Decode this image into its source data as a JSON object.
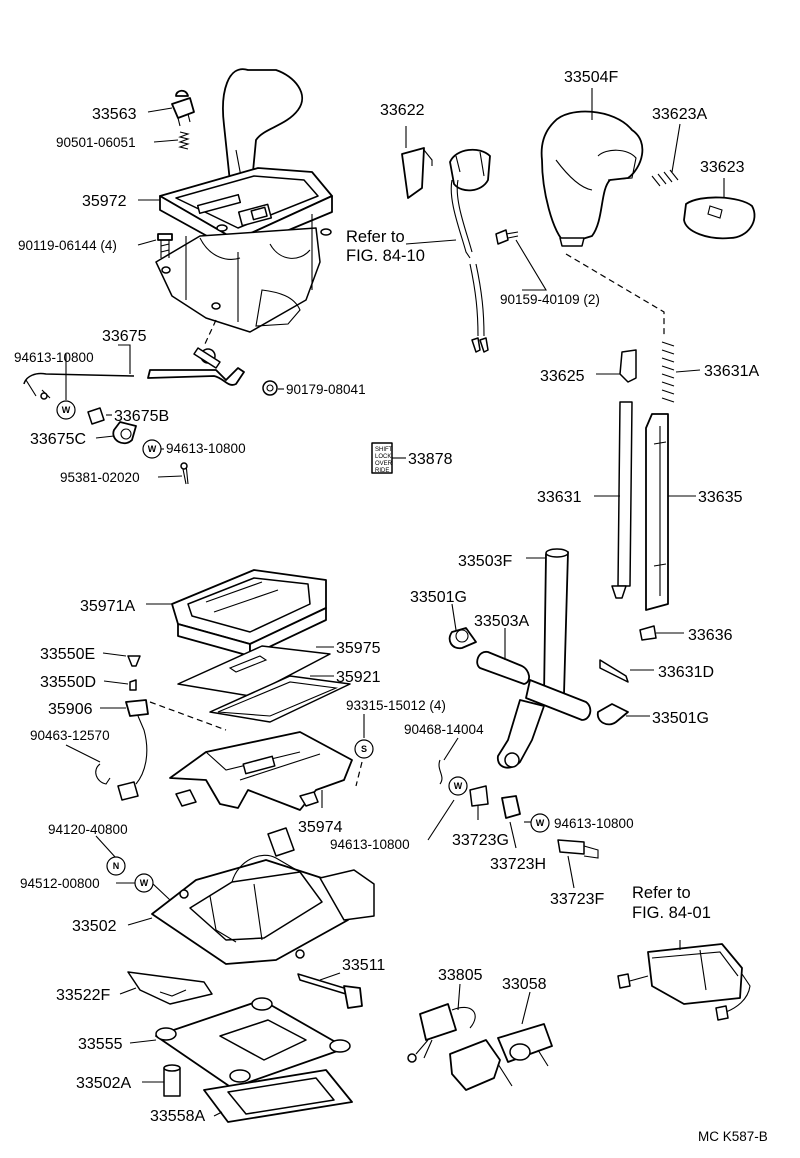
{
  "diagram_code": "MC  K587-B",
  "symbols": {
    "washer": "W",
    "spring_nut": "S",
    "nut": "N"
  },
  "refs": [
    {
      "line1": "Refer to",
      "line2": "FIG. 84-10"
    },
    {
      "line1": "Refer to",
      "line2": "FIG. 84-01"
    }
  ],
  "decal_lines": [
    "SHIFT",
    "LOCK",
    "OVER",
    "RIDE"
  ],
  "labels": {
    "p33563": "33563",
    "p90501_06051": "90501-06051",
    "p35972": "35972",
    "p90119_06144": "90119-06144 (4)",
    "p33675": "33675",
    "p94613_a": "94613-10800",
    "p90179_08041": "90179-08041",
    "p33675B": "33675B",
    "p33675C": "33675C",
    "p94613_b": "94613-10800",
    "p95381_02020": "95381-02020",
    "p33622": "33622",
    "p90159_40109": "90159-40109 (2)",
    "p33878": "33878",
    "p33504F": "33504F",
    "p33623A": "33623A",
    "p33623": "33623",
    "p33625": "33625",
    "p33631A": "33631A",
    "p33631": "33631",
    "p33635": "33635",
    "p33503F": "33503F",
    "p33501G_a": "33501G",
    "p33503A": "33503A",
    "p33636": "33636",
    "p33631D": "33631D",
    "p33501G_b": "33501G",
    "p35971A": "35971A",
    "p35975": "35975",
    "p33550E": "33550E",
    "p35921": "35921",
    "p33550D": "33550D",
    "p35906": "35906",
    "p93315_15012": "93315-15012 (4)",
    "p90463_12570": "90463-12570",
    "p90468_14004": "90468-14004",
    "p35974": "35974",
    "p94613_c": "94613-10800",
    "p33723G": "33723G",
    "p94613_d": "94613-10800",
    "p33723H": "33723H",
    "p94120_40800": "94120-40800",
    "p33723F": "33723F",
    "p94512_00800": "94512-00800",
    "p33502": "33502",
    "p33511": "33511",
    "p33805": "33805",
    "p33058": "33058",
    "p33522F": "33522F",
    "p33555": "33555",
    "p33502A": "33502A",
    "p33558A": "33558A"
  }
}
